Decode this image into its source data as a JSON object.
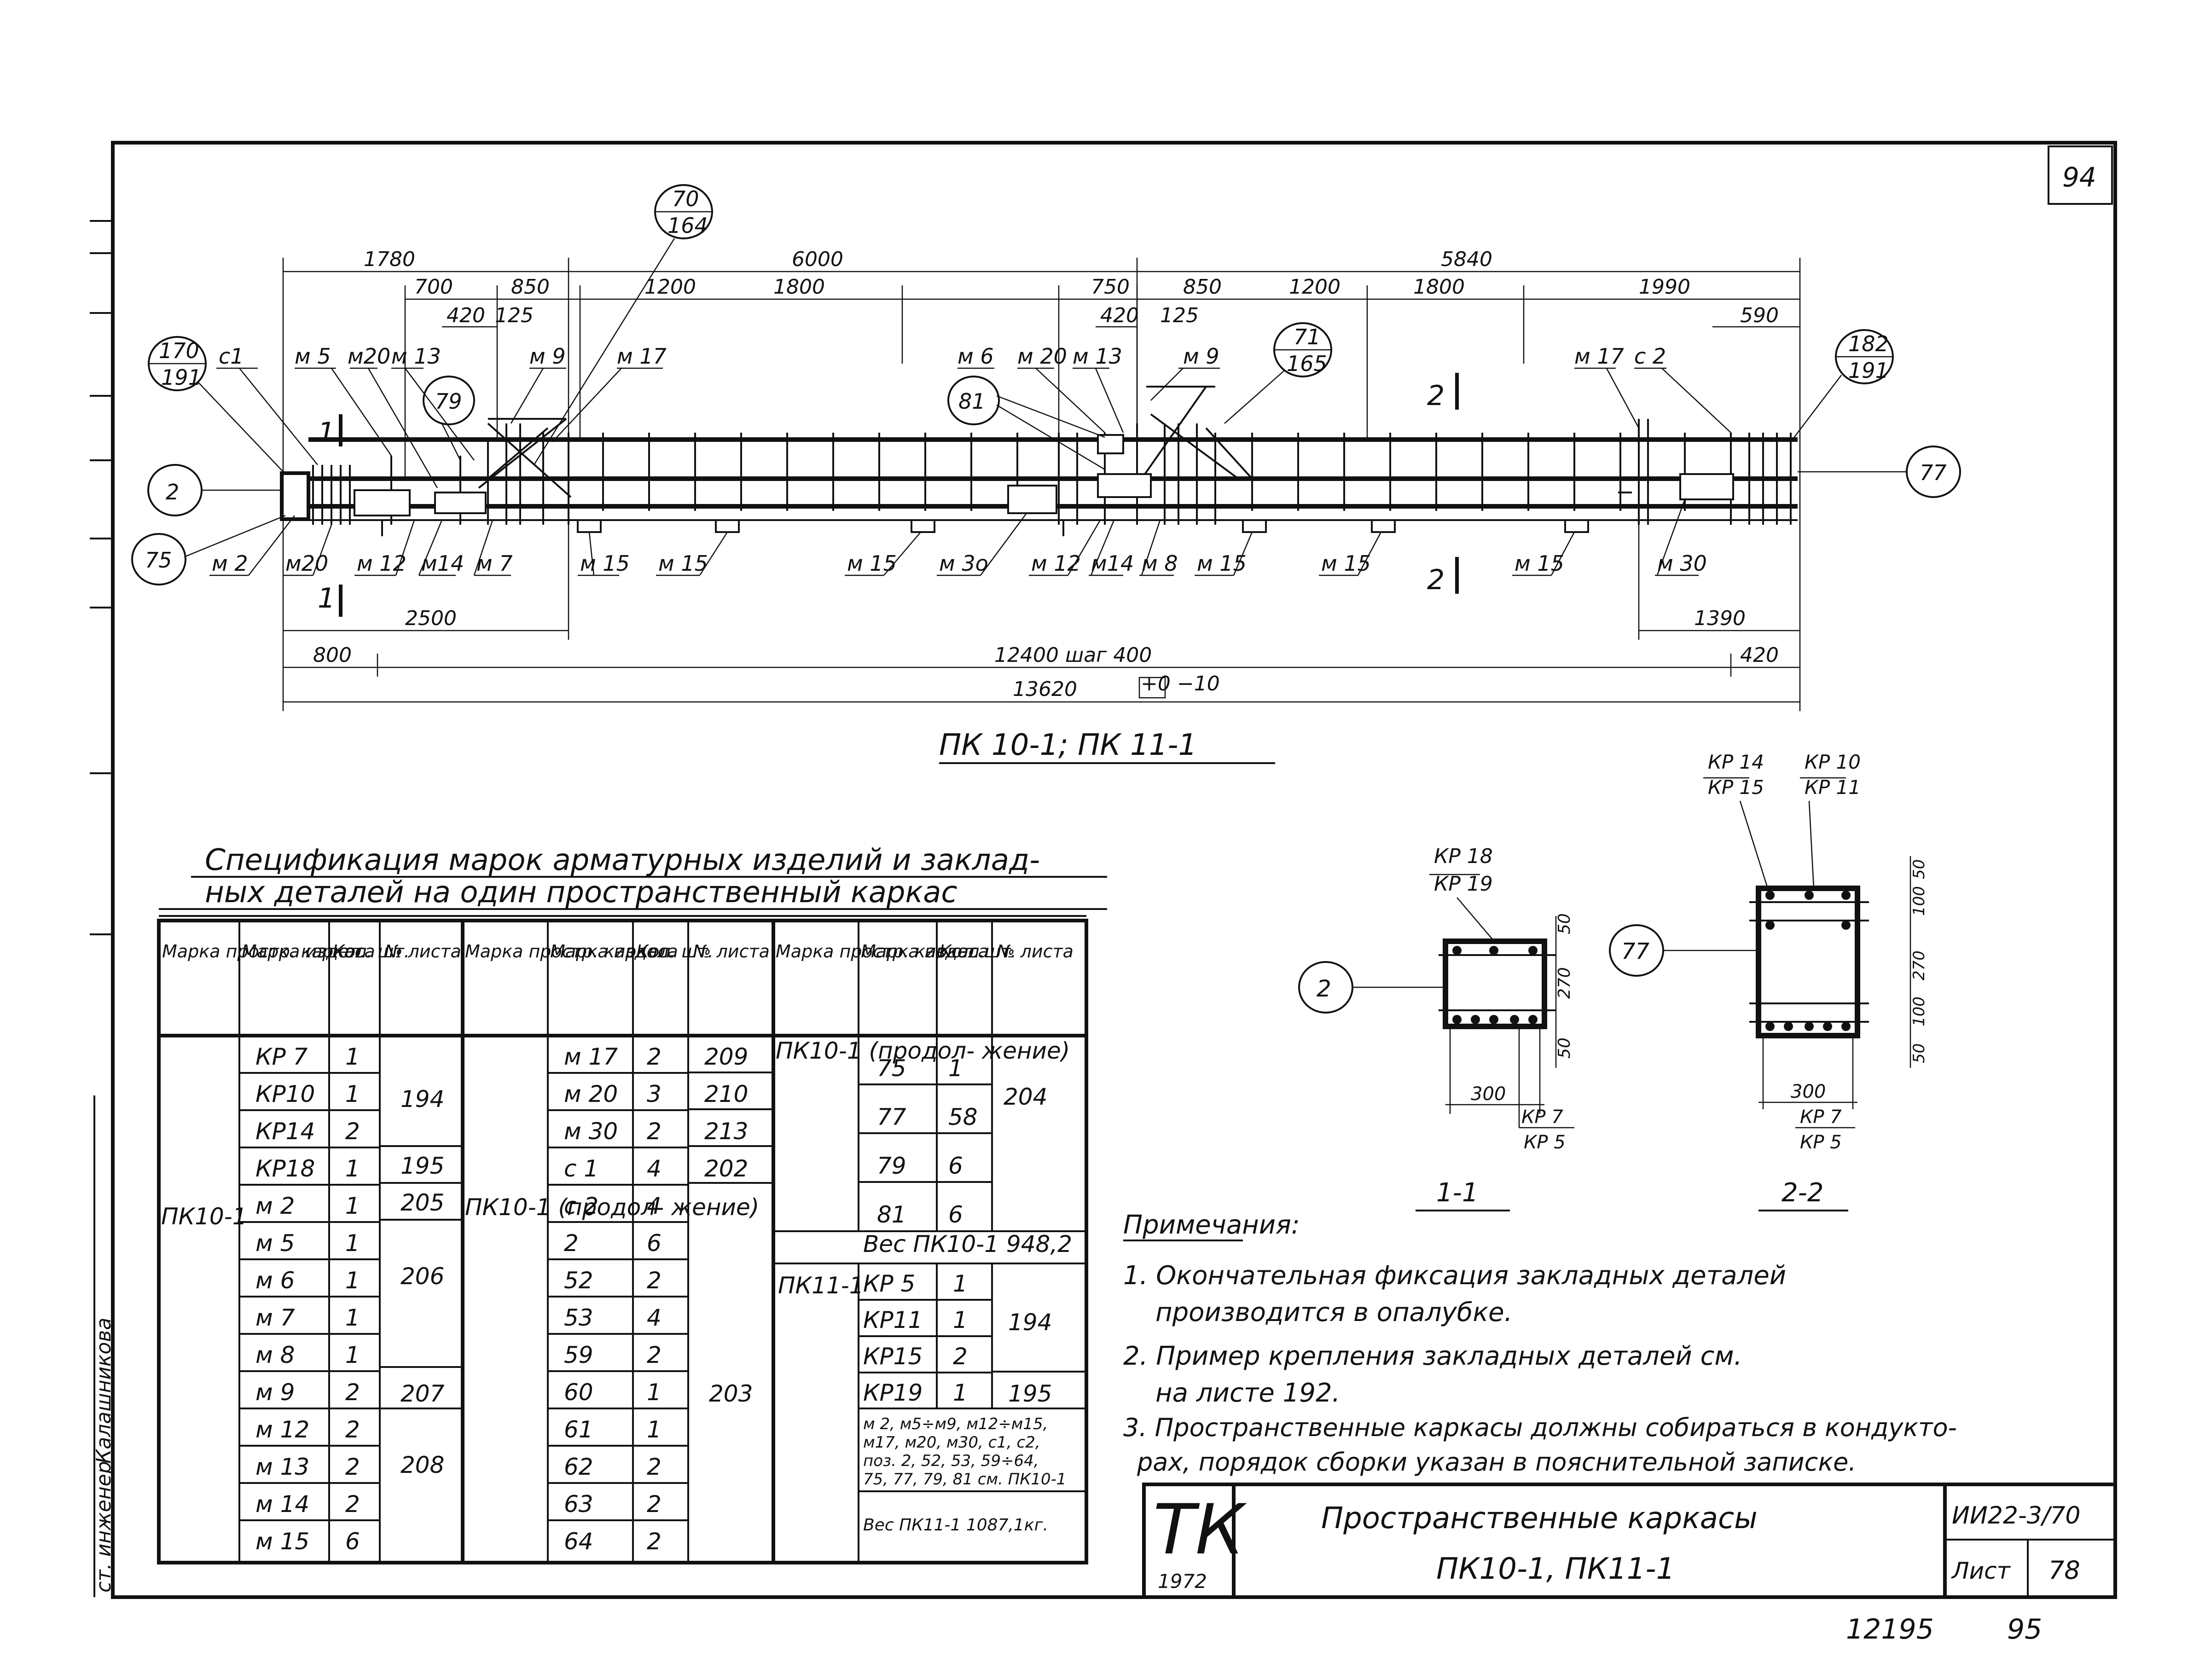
{
  "sheet": {
    "corner_number": "94",
    "footer_left": "12195",
    "footer_right": "95"
  },
  "left_strip": {
    "role": "ст. инженер",
    "name": "Калашникова"
  },
  "drawing": {
    "title": "ПК 10-1; ПК 11-1",
    "dims_top": {
      "d1780": "1780",
      "d6000": "6000",
      "d5840": "5840",
      "d700": "700",
      "d850a": "850",
      "d1200a": "1200",
      "d1800a": "1800",
      "d750": "750",
      "d850b": "850",
      "d1200b": "1200",
      "d1800b": "1800",
      "d1990": "1990",
      "d420a": "420",
      "d125a": "125",
      "d420b": "420",
      "d125b": "125",
      "d590": "590"
    },
    "dims_bottom": {
      "d2500": "2500",
      "d800": "800",
      "d12400": "12400 шаг 400",
      "d13620": "13620",
      "d13620_tol": "+0 −10",
      "d1390": "1390",
      "d420": "420"
    },
    "callouts": {
      "c170": "170",
      "c191a": "191",
      "c70": "70",
      "c164": "164",
      "c71": "71",
      "c165": "165",
      "c182": "182",
      "c191b": "191",
      "c79": "79",
      "c81": "81",
      "c2": "2",
      "c75": "75",
      "c77": "77"
    },
    "labels_top": {
      "c1": "c1",
      "m5": "м 5",
      "m20a": "м20",
      "m13a": "м 13",
      "m9a": "м 9",
      "m17a": "м 17",
      "m6": "м 6",
      "m20b": "м 20",
      "m13b": "м 13",
      "m9b": "м 9",
      "m17b": "м 17",
      "c2": "с 2"
    },
    "labels_bottom": {
      "m2": "м 2",
      "m20": "м20",
      "m12a": "м 12",
      "m14a": "м14",
      "m7": "м 7",
      "m15a": "м 15",
      "m15b": "м 15",
      "m15c": "м 15",
      "m30a": "м 3о",
      "m12b": "м 12",
      "m14b": "м14",
      "m8": "м 8",
      "m15d": "м 15",
      "m15e": "м 15",
      "m15f": "м 15",
      "m30b": "м 30"
    },
    "sections": {
      "s1": "1",
      "s2": "2"
    }
  },
  "spec": {
    "title_line1": "Спецификация марок арматурных изделий и заклад-",
    "title_line2": "ных деталей на один пространственный каркас",
    "headers": {
      "h_marka_pr": "Марка простр. каркаса",
      "h_marka_iz": "Марка издел.",
      "h_kol": "Кол. шт.",
      "h_list": "№ листа"
    },
    "col1": {
      "frame": "ПК10-1",
      "rows": [
        [
          "КР 7",
          "1"
        ],
        [
          "КР10",
          "1"
        ],
        [
          "КР14",
          "2"
        ],
        [
          "КР18",
          "1"
        ],
        [
          "м 2",
          "1"
        ],
        [
          "м 5",
          "1"
        ],
        [
          "м 6",
          "1"
        ],
        [
          "м 7",
          "1"
        ],
        [
          "м 8",
          "1"
        ],
        [
          "м 9",
          "2"
        ],
        [
          "м 12",
          "2"
        ],
        [
          "м 13",
          "2"
        ],
        [
          "м 14",
          "2"
        ],
        [
          "м 15",
          "6"
        ]
      ],
      "sheets": {
        "s194": "194",
        "s195": "195",
        "s205": "205",
        "s206": "206",
        "s207": "207",
        "s208": "208"
      }
    },
    "col2": {
      "frame": "ПК10-1 (продол- жение)",
      "rows": [
        [
          "м 17",
          "2",
          "209"
        ],
        [
          "м 20",
          "3",
          "210"
        ],
        [
          "м 30",
          "2",
          "213"
        ],
        [
          "с 1",
          "4",
          "202"
        ],
        [
          "с 2",
          "4"
        ],
        [
          "2",
          "6"
        ],
        [
          "52",
          "2"
        ],
        [
          "53",
          "4"
        ],
        [
          "59",
          "2"
        ],
        [
          "60",
          "1"
        ],
        [
          "61",
          "1"
        ],
        [
          "62",
          "2"
        ],
        [
          "63",
          "2"
        ],
        [
          "64",
          "2"
        ]
      ],
      "s203": "203"
    },
    "col3": {
      "frame_a": "ПК10-1 (продол- жение)",
      "rows_a": [
        [
          "75",
          "1"
        ],
        [
          "77",
          "58"
        ],
        [
          "79",
          "6"
        ],
        [
          "81",
          "6"
        ]
      ],
      "s204": "204",
      "weight_a": "Вес ПК10-1 948,2",
      "frame_b": "ПК11-1",
      "rows_b": [
        [
          "КР 5",
          "1"
        ],
        [
          "КР11",
          "1"
        ],
        [
          "КР15",
          "2"
        ],
        [
          "КР19",
          "1"
        ]
      ],
      "s194": "194",
      "s195": "195",
      "note_lines": [
        "м 2, м5÷м9, м12÷м15,",
        "м17, м20, м30, с1, с2,",
        "поз. 2, 52, 53, 59÷64,",
        "75, 77, 79, 81 см. ПК10-1"
      ],
      "weight_b": "Вес ПК11-1 1087,1кг."
    }
  },
  "sections_detail": {
    "s1": {
      "caption": "1-1",
      "kr_top1": "КР 18",
      "kr_top2": "КР 19",
      "kr_bot1": "КР 7",
      "kr_bot2": "КР 5",
      "d300": "300",
      "d50a": "50",
      "d270": "270",
      "d50b": "50",
      "callout": "2"
    },
    "s2": {
      "caption": "2-2",
      "kr_a1": "КР 14",
      "kr_a2": "КР 15",
      "kr_b1": "КР 10",
      "kr_b2": "КР 11",
      "kr_bot1": "КР 7",
      "kr_bot2": "КР 5",
      "d300": "300",
      "d50a": "50",
      "d100a": "100",
      "d270": "270",
      "d100b": "100",
      "d50b": "50",
      "callout": "77"
    }
  },
  "notes": {
    "heading": "Примечания:",
    "n1a": "1. Окончательная фиксация закладных деталей",
    "n1b": "производится в опалубке.",
    "n2a": "2. Пример крепления закладных деталей см.",
    "n2b": "на листе 192.",
    "n3a": "3. Пространственные каркасы должны собираться в кондукто-",
    "n3b": "рах, порядок сборки указан в пояснительной записке."
  },
  "stamp": {
    "logo": "ТК",
    "year": "1972",
    "title1": "Пространственные каркасы",
    "title2": "ПК10-1, ПК11-1",
    "code": "ИИ22-3/70",
    "list_label": "Лист",
    "list_no": "78"
  }
}
